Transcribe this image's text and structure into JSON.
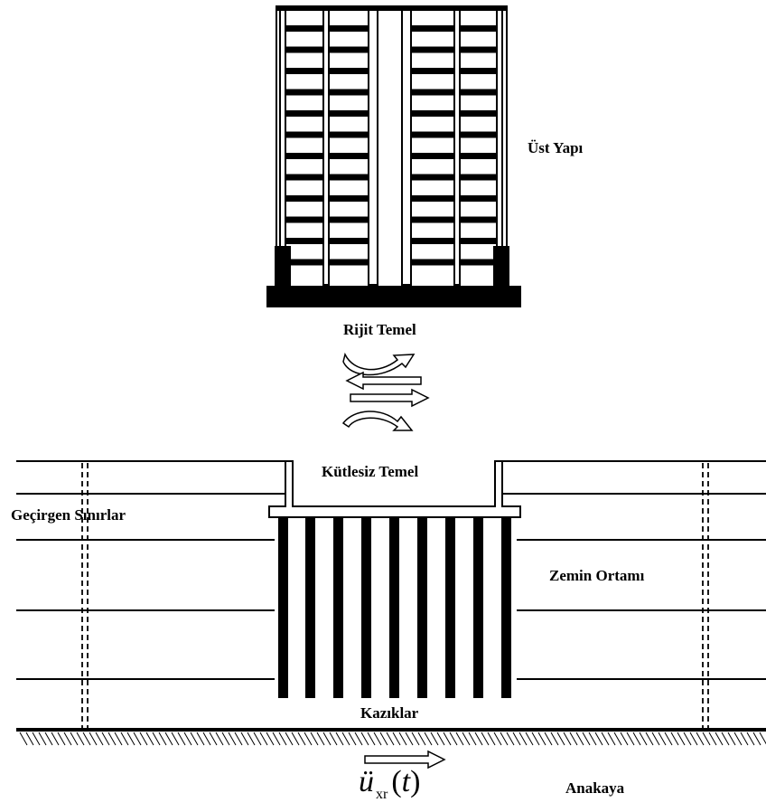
{
  "labels": {
    "superstructure": "Üst Yapı",
    "rigid_foundation": "Rijit Temel",
    "massless_foundation": "Kütlesiz Temel",
    "transmitting_boundaries": "Geçirgen Sınırlar",
    "soil_medium": "Zemin Ortamı",
    "piles": "Kazıklar",
    "bedrock": "Anakaya"
  },
  "equation": {
    "base": "ü",
    "subscript": "xr",
    "argument": "(t)"
  },
  "colors": {
    "stroke": "#000000",
    "background": "#ffffff"
  }
}
